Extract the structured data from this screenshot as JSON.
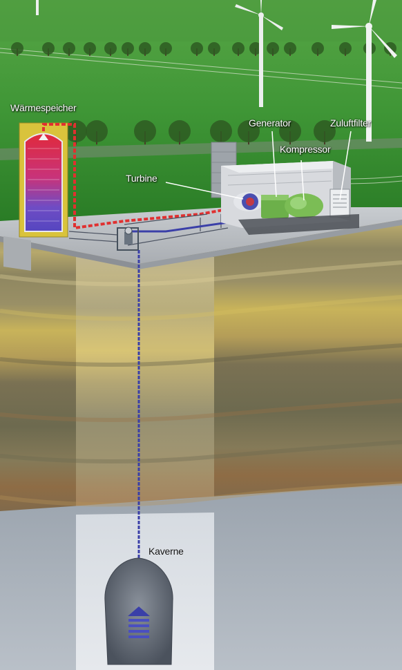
{
  "labels": {
    "waermespeicher": "Wärmespeicher",
    "generator": "Generator",
    "zuluftfilter": "Zuluftfilter",
    "kompressor": "Kompressor",
    "turbine": "Turbine",
    "kaverne": "Kaverne"
  },
  "colors": {
    "sky_field": "#2f8a2c",
    "field_light": "#4fa63e",
    "platform": "#b9bdc2",
    "soil_light": "#a7a37c",
    "soil_yellow": "#c9b25c",
    "soil_dark": "#6f6a4c",
    "soil_brown": "#8a6a45",
    "rock": "#a9b0b9",
    "shaft_pipe": "#3a3fa8",
    "hot_pipe": "#e03030",
    "storage_hot": "#d8284a",
    "storage_cool": "#5b4fc7",
    "storage_shell": "#d9c33c",
    "turbine_green": "#6cb04a",
    "cavern": "#5e6672"
  }
}
